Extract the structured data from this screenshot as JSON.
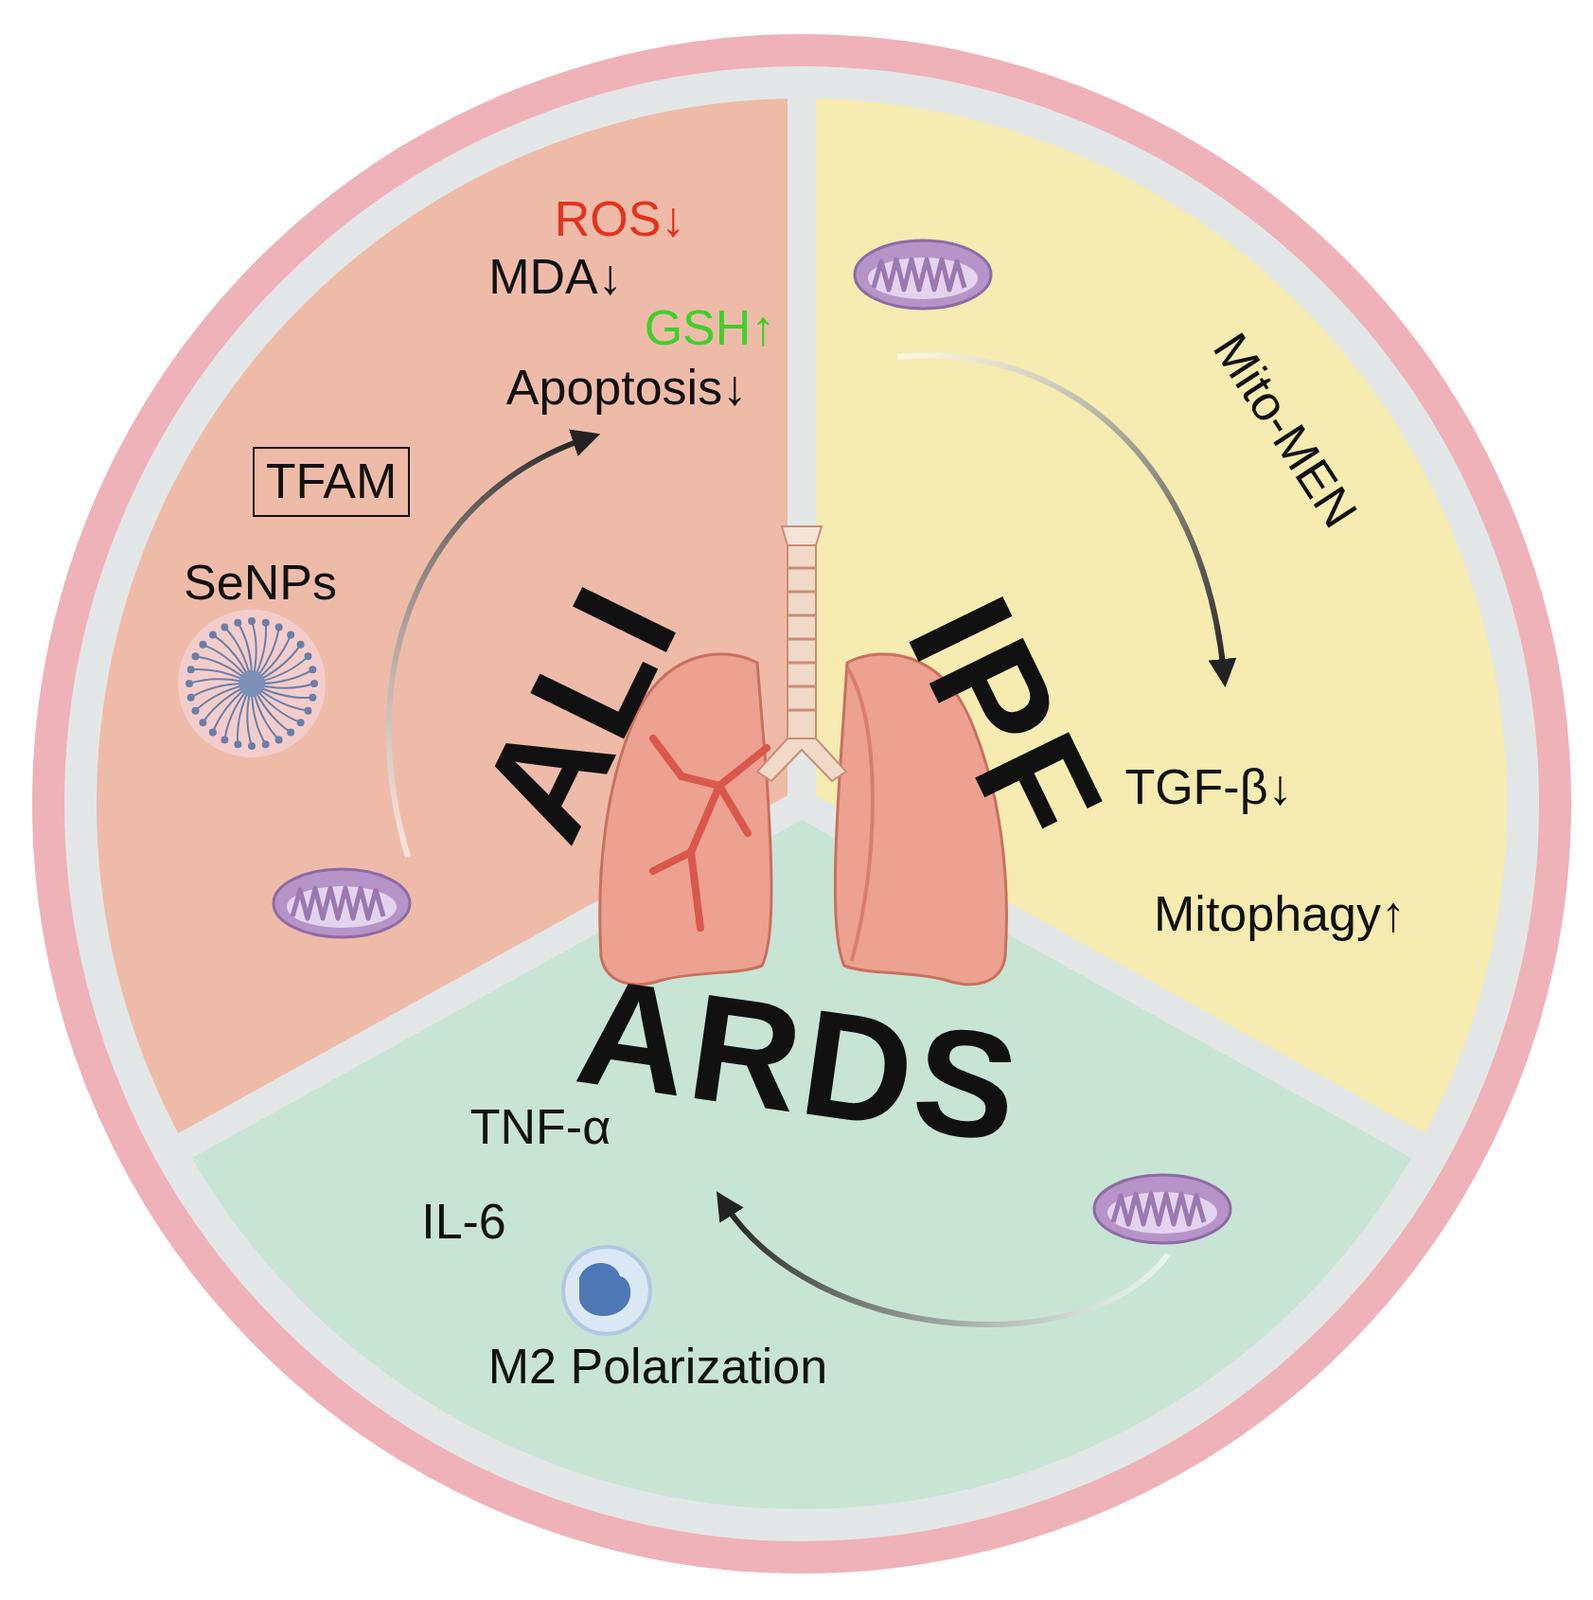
{
  "diagram": {
    "nodes": [
      {
        "text": [
          "TFAM"
        ]
      }
    ],
    "labels": [
      "ROS↓",
      "MDA↓",
      "GSH↑",
      "Apoptosis↓",
      "SeNPs",
      "ALI",
      "IPF",
      "Mito-MEN",
      "TGF-β↓",
      "Mitophagy↑",
      "ARDS",
      "TNF-α",
      "IL-6",
      "M2 Polarization"
    ]
  }
}
